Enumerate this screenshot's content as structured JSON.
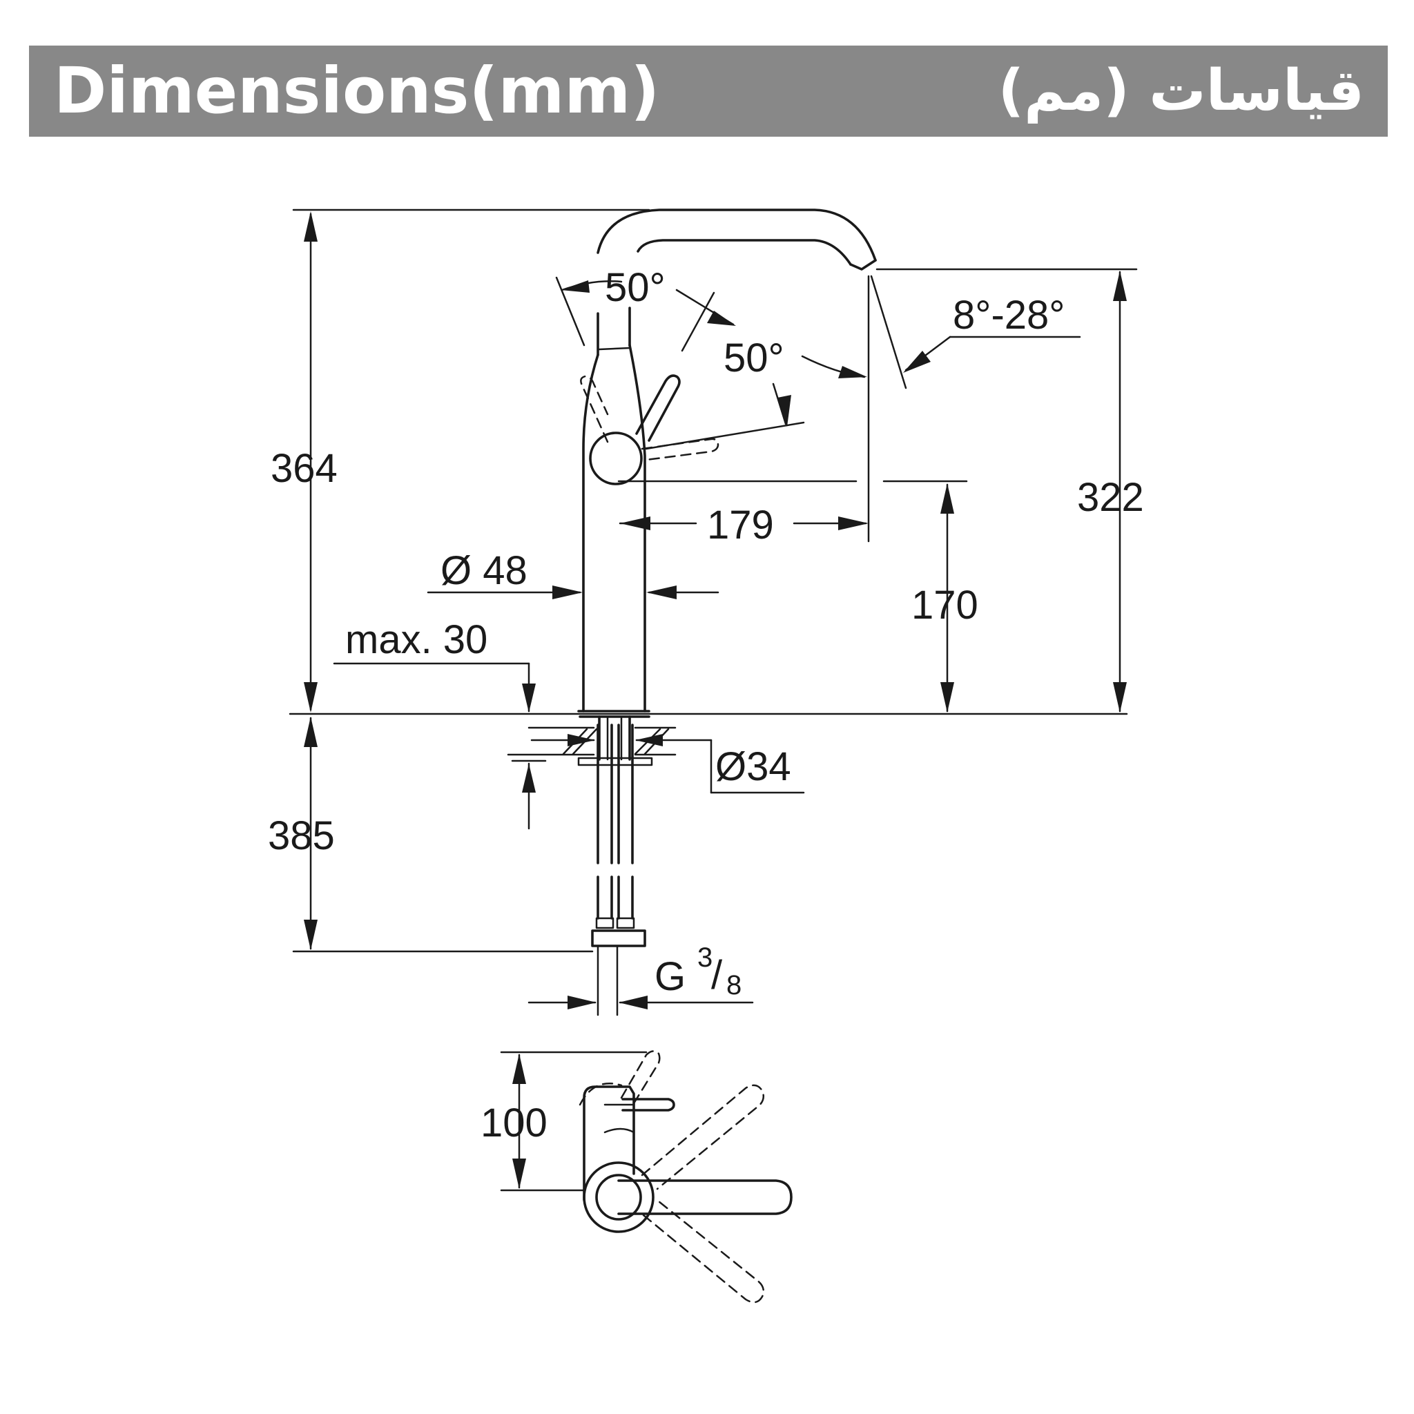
{
  "header": {
    "title_en": "Dimensions(mm)",
    "title_fa": "قیاسات (مم)",
    "background_color": "#888888",
    "text_color": "#ffffff"
  },
  "dimensions": {
    "total_height": "364",
    "spout_height": "322",
    "spout_reach": "179",
    "body_diameter": "Ø 48",
    "body_height": "170",
    "max_thickness": "max. 30",
    "shank_diameter": "Ø34",
    "hose_length": "385",
    "connection": "G",
    "connection_num": "3",
    "connection_slash": "/",
    "connection_den": "8",
    "lever_angle_up": "50°",
    "lever_angle_down": "50°",
    "jet_angle": "8°-28°",
    "lever_depth": "100"
  }
}
